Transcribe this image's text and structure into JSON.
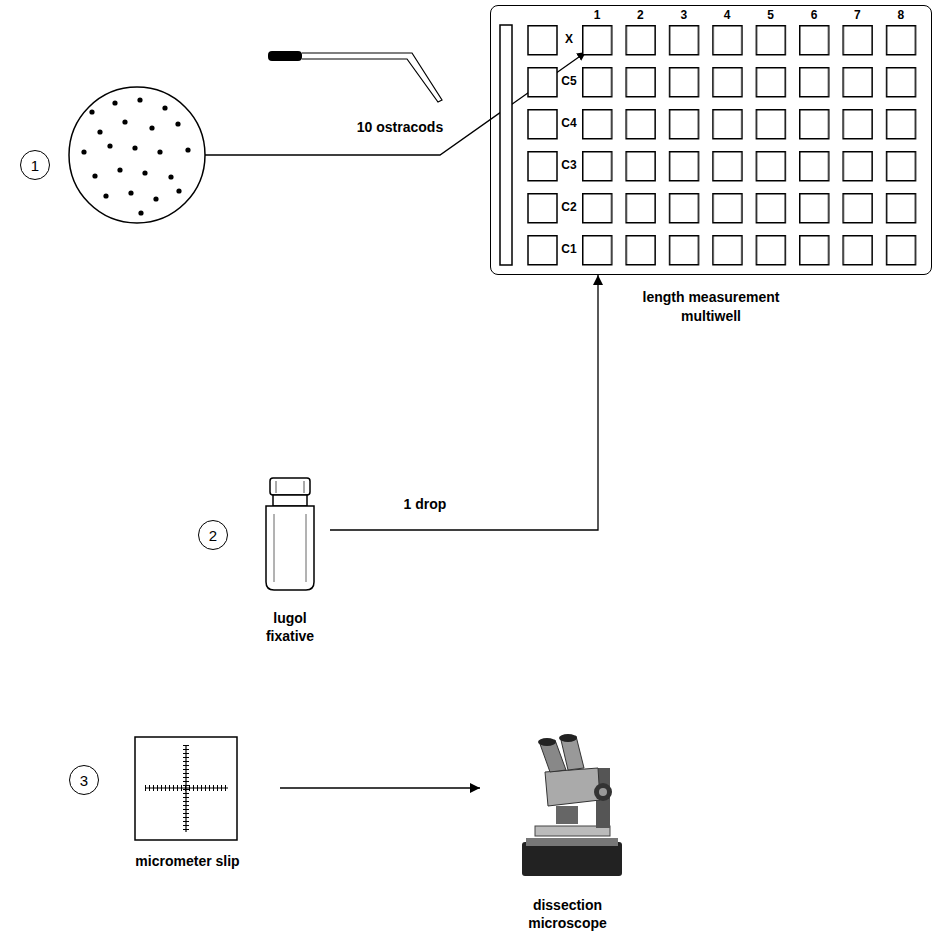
{
  "diagram": {
    "nodes": [
      {
        "text": [
          "length measurement multiwell"
        ]
      },
      {
        "text": [
          "1"
        ]
      },
      {
        "text": [
          "2"
        ]
      },
      {
        "text": [
          "lugol fixative"
        ]
      },
      {
        "text": [
          "3"
        ]
      },
      {
        "text": [
          "micrometer slip"
        ]
      },
      {
        "text": [
          "dissection microscope"
        ]
      }
    ],
    "edges": [
      {
        "from": 3,
        "to": 0,
        "label": "1 drop",
        "arrow": "to"
      },
      {
        "from": 5,
        "to": 6,
        "arrow": "to"
      }
    ],
    "labels": [
      "1",
      "2",
      "3",
      "4",
      "5",
      "6",
      "7",
      "8",
      "X",
      "C5",
      "C4",
      "C3",
      "C2",
      "C1",
      "10 ostracods"
    ]
  }
}
